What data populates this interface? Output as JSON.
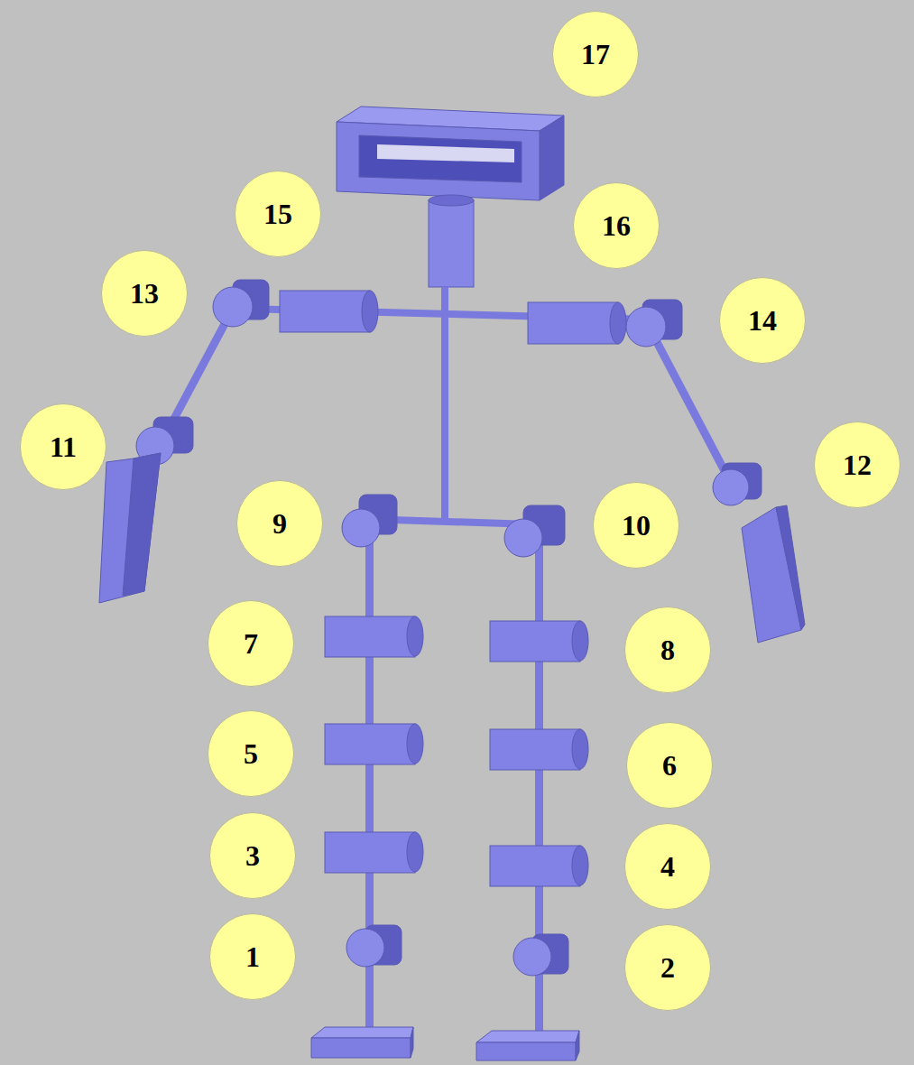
{
  "diagram": {
    "nodes": [
      {
        "text": [
          "17"
        ]
      },
      {
        "text": [
          "15"
        ]
      },
      {
        "text": [
          "16"
        ]
      },
      {
        "text": [
          "13"
        ]
      },
      {
        "text": [
          "14"
        ]
      },
      {
        "text": [
          "11"
        ]
      },
      {
        "text": [
          "12"
        ]
      },
      {
        "text": [
          "9"
        ]
      },
      {
        "text": [
          "10"
        ]
      },
      {
        "text": [
          "7"
        ]
      },
      {
        "text": [
          "8"
        ]
      },
      {
        "text": [
          "5"
        ]
      },
      {
        "text": [
          "6"
        ]
      },
      {
        "text": [
          "3"
        ]
      },
      {
        "text": [
          "4"
        ]
      },
      {
        "text": [
          "1"
        ]
      },
      {
        "text": [
          "2"
        ]
      }
    ]
  }
}
